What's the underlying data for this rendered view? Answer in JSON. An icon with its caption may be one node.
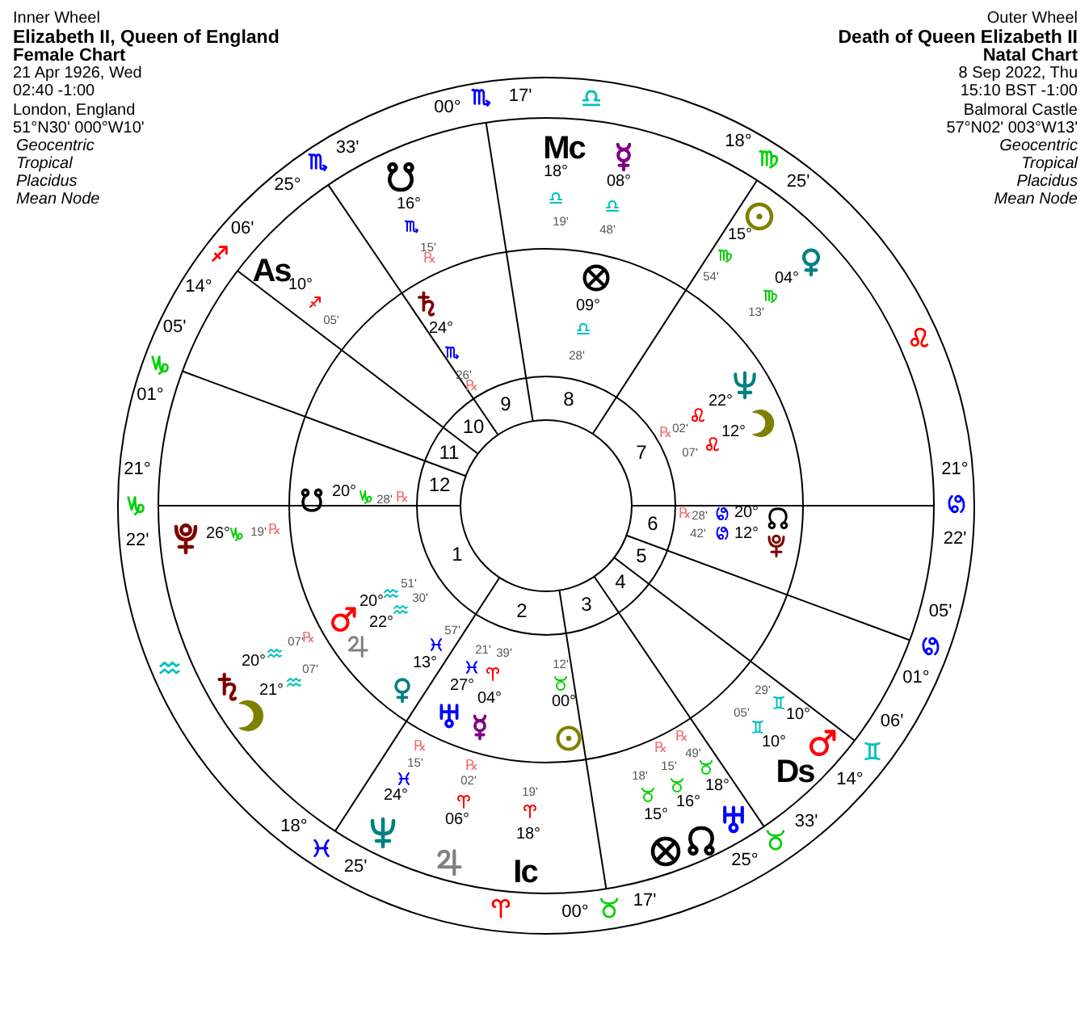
{
  "diagram": {
    "labels": [
      "Inner Wheel",
      "Elizabeth II, Queen of England",
      "Female Chart",
      "21 Apr 1926, Wed",
      "02:40 -1:00",
      "London, England",
      "51°N30' 000°W10'",
      "Geocentric",
      "Tropical",
      "Placidus",
      "Mean Node",
      "Outer Wheel",
      "Death of Queen Elizabeth II",
      "Natal Chart",
      "8 Sep 2022, Thu",
      "15:10 BST -1:00",
      "Balmoral Castle",
      "57°N02' 003°W13'",
      "Geocentric",
      "Tropical",
      "Placidus",
      "Mean Node",
      "00°",
      "17'",
      "18°",
      "25'",
      "21°",
      "22'",
      "01°",
      "05'",
      "14°",
      "06'",
      "25°",
      "33'",
      "00°",
      "17'",
      "18°",
      "25'",
      "21°",
      "22'",
      "01°",
      "05'",
      "14°",
      "06'",
      "25°",
      "33'",
      "1",
      "2",
      "3",
      "4",
      "5",
      "6",
      "7",
      "8",
      "9",
      "10",
      "11",
      "12",
      "16°",
      "15'",
      "℞",
      "Mc",
      "18°",
      "19'",
      "08°",
      "48'",
      "15°",
      "54'",
      "04°",
      "13'",
      "As",
      "10°",
      "05'",
      "26°",
      "19'",
      "℞",
      "20°",
      "07'",
      "℞",
      "21°",
      "07'",
      "24°",
      "15'",
      "℞",
      "06°",
      "02'",
      "℞",
      "Ic",
      "18°",
      "19'",
      "15°",
      "18'",
      "16°",
      "℞",
      "15'",
      "18°",
      "49'",
      "℞",
      "Ds",
      "10°",
      "05'",
      "10°",
      "29'",
      "09°",
      "28'",
      "24°",
      "26'",
      "℞",
      "22°",
      "02'",
      "℞",
      "12°",
      "07'",
      "20°",
      "28'",
      "℞",
      "12°",
      "42'",
      "20°",
      "28'",
      "℞",
      "20°",
      "51'",
      "22°",
      "30'",
      "13°",
      "57'",
      "27°",
      "21'",
      "04°",
      "39'",
      "00°",
      "12'"
    ]
  }
}
